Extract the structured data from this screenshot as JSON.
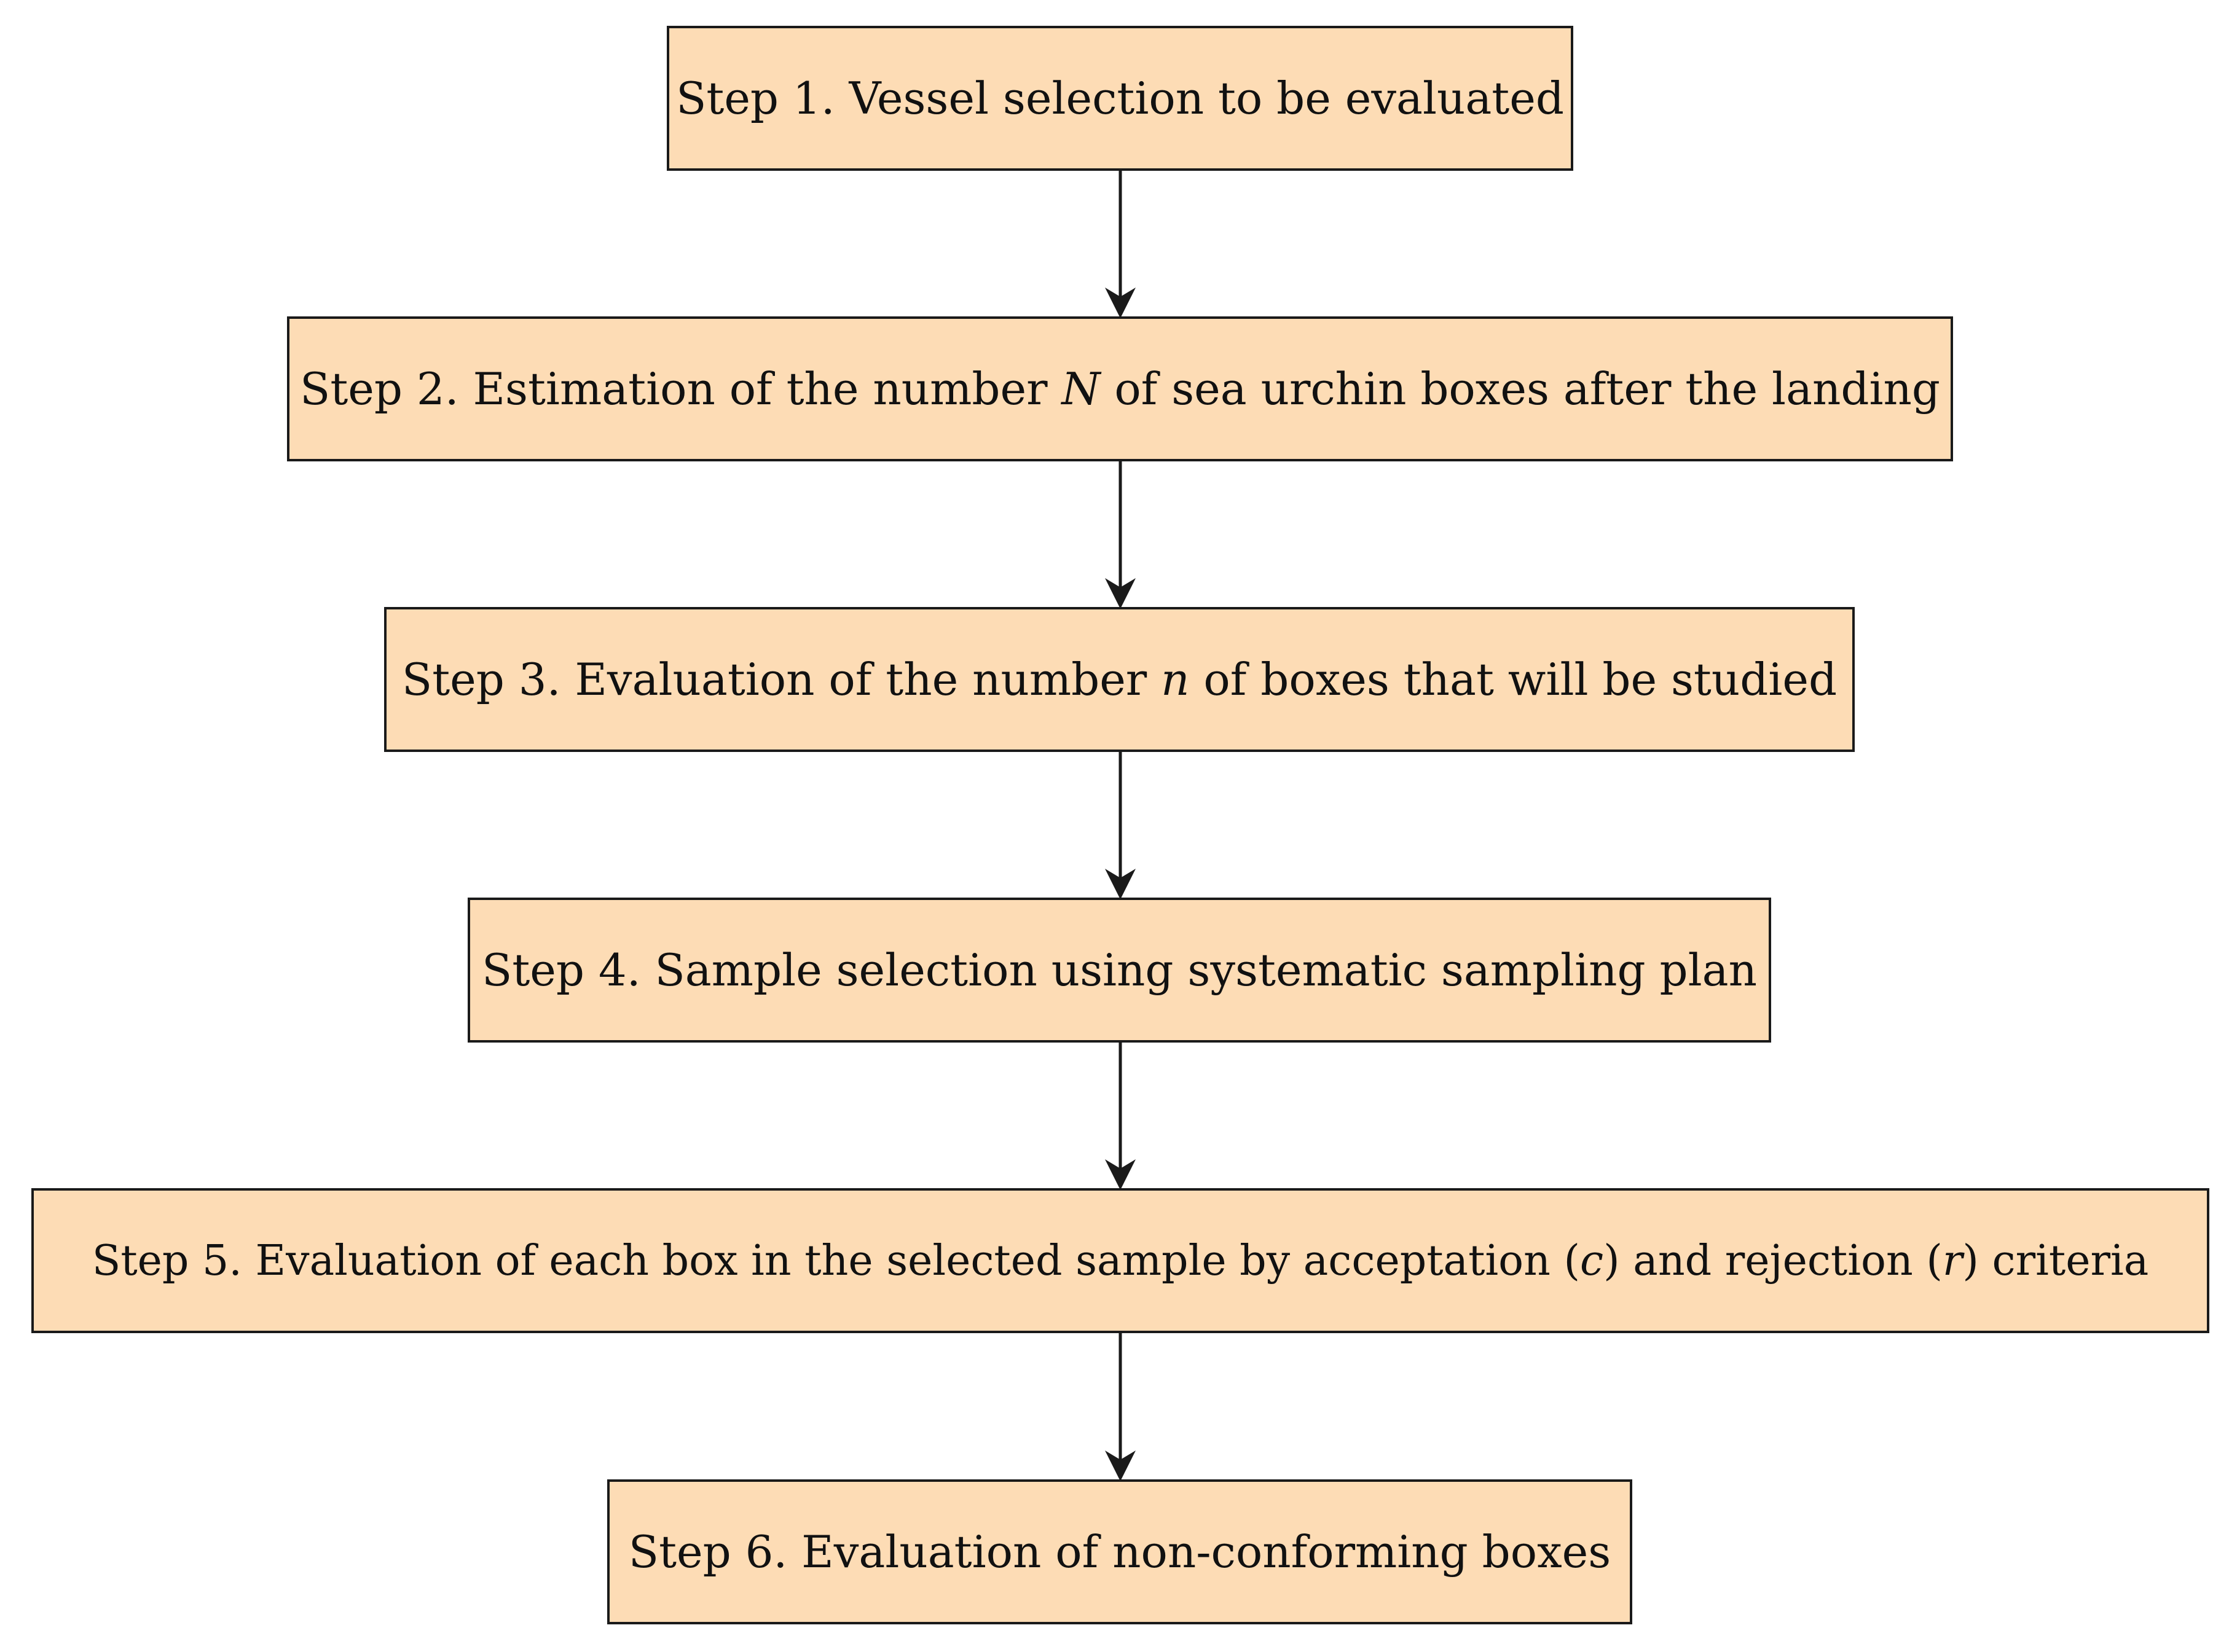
{
  "colors": {
    "box_fill": "#fddcb5",
    "box_border": "#1a1a1a",
    "arrow": "#1a1a1a",
    "text": "#111111"
  },
  "steps": [
    {
      "pre": "Step 1. Vessel selection to be evaluated"
    },
    {
      "pre": "Step 2. Estimation of the number ",
      "var": "N",
      "post": " of sea urchin boxes after the landing"
    },
    {
      "pre": "Step 3. Evaluation of the number ",
      "var": "n",
      "post": " of boxes that will be studied"
    },
    {
      "pre": "Step 4. Sample selection using systematic sampling plan"
    },
    {
      "pre": "Step 5. Evaluation of each box in the selected sample by acceptation (",
      "var": "c",
      "mid": ") and rejection (",
      "var2": "r",
      "post": ") criteria"
    },
    {
      "pre": "Step 6. Evaluation of non-conforming boxes"
    }
  ],
  "connectors": [
    {
      "from": 1,
      "to": 2
    },
    {
      "from": 2,
      "to": 3
    },
    {
      "from": 3,
      "to": 4
    },
    {
      "from": 4,
      "to": 5
    },
    {
      "from": 5,
      "to": 6
    }
  ]
}
